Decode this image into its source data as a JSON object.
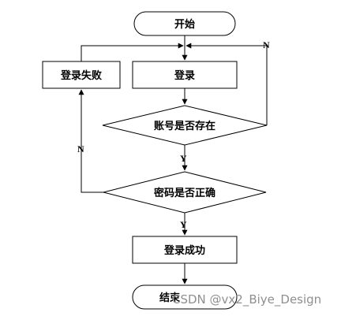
{
  "nodes": {
    "start": "开始",
    "login": "登录",
    "login_failed": "登录失败",
    "account_exists": "账号是否存在",
    "password_correct": "密码是否正确",
    "login_success": "登录成功",
    "end": "结束"
  },
  "labels": {
    "no_account": "N",
    "yes_account": "Y",
    "no_password": "N",
    "yes_password": "Y"
  },
  "watermark": "CSDN @vx2_Biye_Design"
}
